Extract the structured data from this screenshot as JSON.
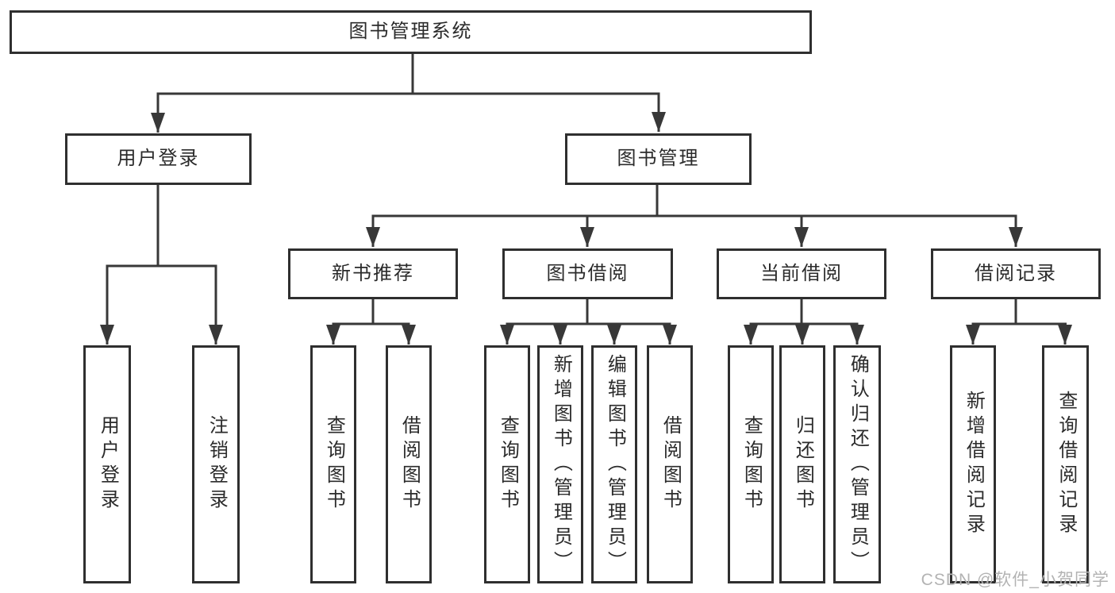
{
  "tree": {
    "label": "图书管理系统",
    "children": [
      {
        "label": "用户登录",
        "children": [
          {
            "label": "用户登录"
          },
          {
            "label": "注销登录"
          }
        ]
      },
      {
        "label": "图书管理",
        "children": [
          {
            "label": "新书推荐",
            "children": [
              {
                "label": "查询图书"
              },
              {
                "label": "借阅图书"
              }
            ]
          },
          {
            "label": "图书借阅",
            "children": [
              {
                "label": "查询图书"
              },
              {
                "label": "新增图书（管理员）"
              },
              {
                "label": "编辑图书（管理员）"
              },
              {
                "label": "借阅图书"
              }
            ]
          },
          {
            "label": "当前借阅",
            "children": [
              {
                "label": "查询图书"
              },
              {
                "label": "归还图书"
              },
              {
                "label": "确认归还（管理员）"
              }
            ]
          },
          {
            "label": "借阅记录",
            "children": [
              {
                "label": "新增借阅记录"
              },
              {
                "label": "查询借阅记录"
              }
            ]
          }
        ]
      }
    ]
  },
  "watermark": "CSDN @软件_小贺同学",
  "colors": {
    "line": "#383838",
    "box_border": "#2f2f2f",
    "text": "#2b2b2b",
    "watermark": "#b3b3b3",
    "background": "#ffffff"
  }
}
